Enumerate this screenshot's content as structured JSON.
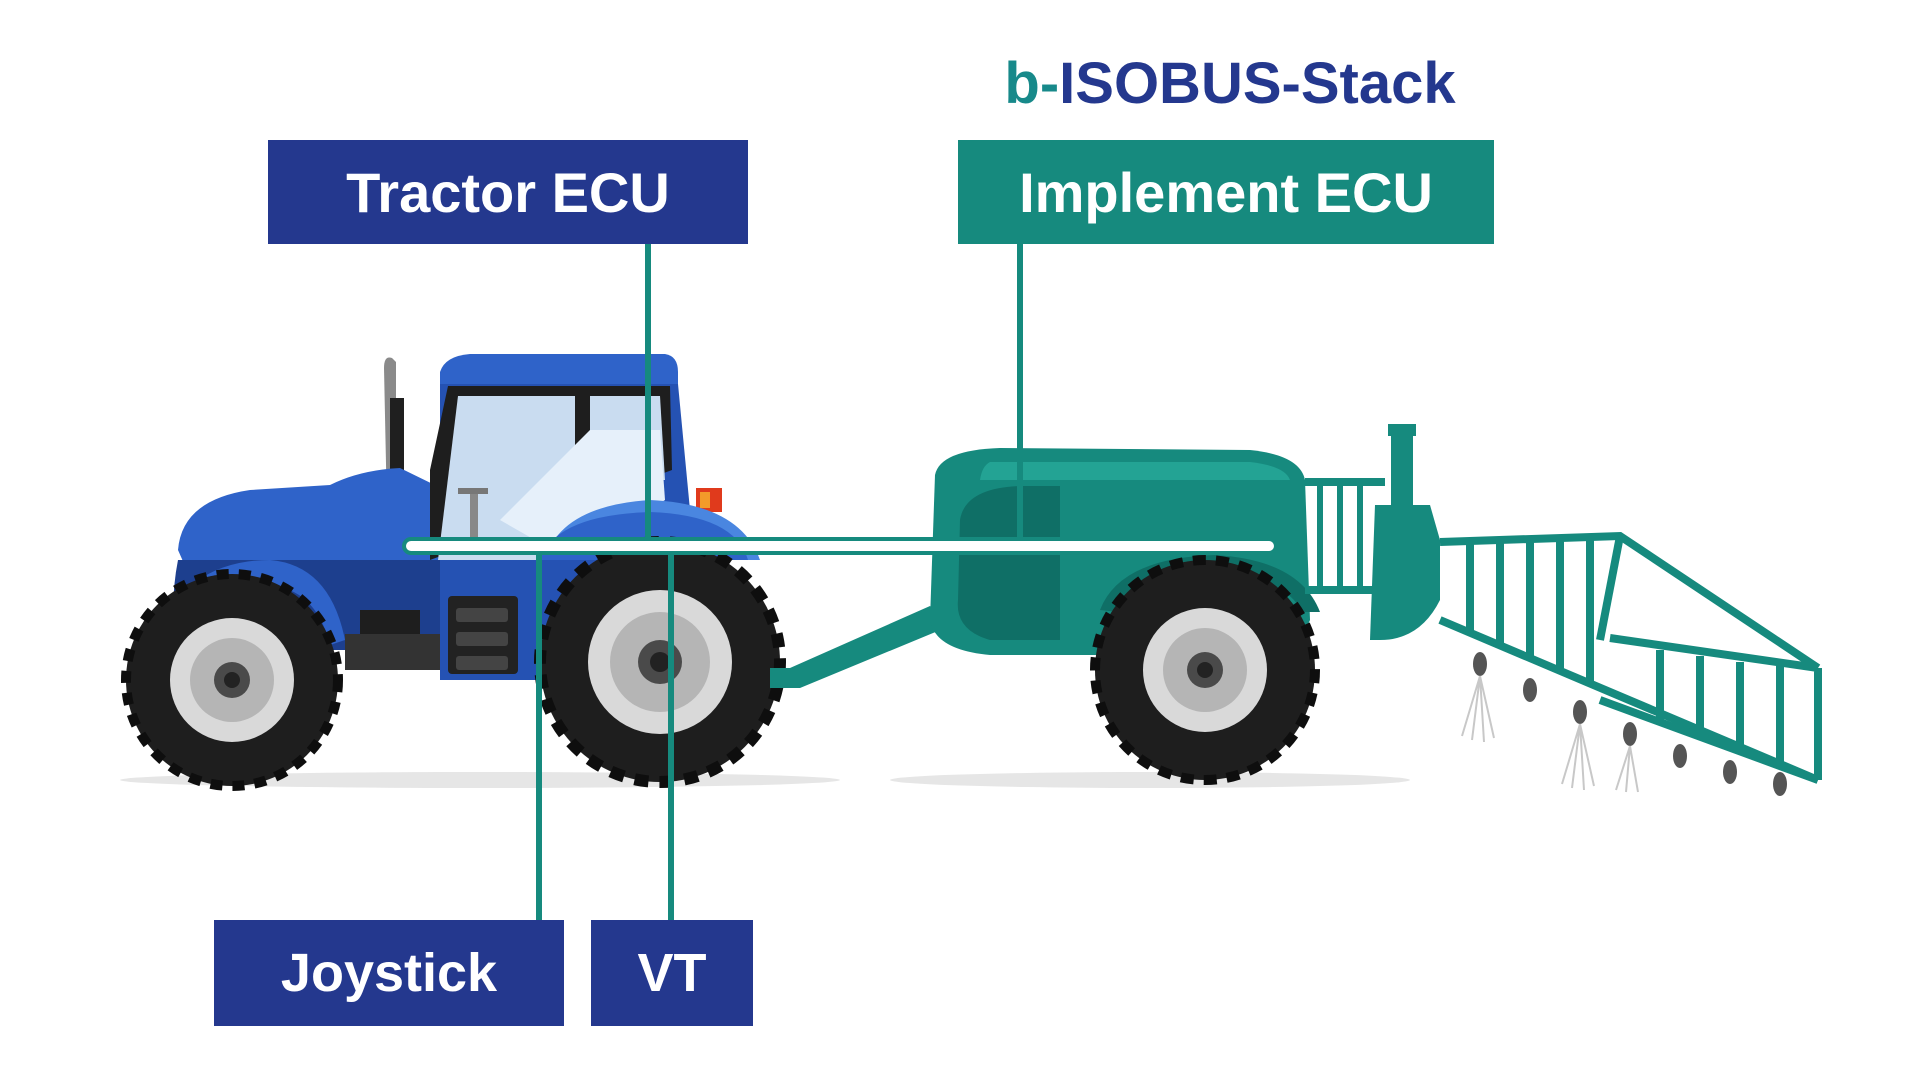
{
  "title": {
    "part1": "b-",
    "part2": "ISOBUS-Stack"
  },
  "labels": {
    "tractor_ecu": "Tractor ECU",
    "implement_ecu": "Implement ECU",
    "joystick": "Joystick",
    "vt": "VT"
  },
  "colors": {
    "navy": "#24388e",
    "teal": "#168a7e",
    "teal_dark": "#0f6f66",
    "tractor_blue": "#2f63c9",
    "tractor_blue_dark": "#1d3f8e",
    "tire": "#1e1e1e",
    "rim": "#d9d9d9",
    "glass": "#c9dcf0",
    "bus_line": "#168a7e"
  }
}
